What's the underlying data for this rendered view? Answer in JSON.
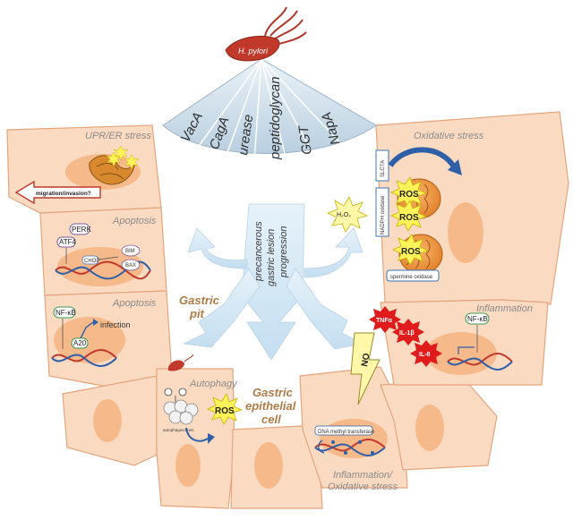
{
  "bacterium": {
    "label": "H. pylori"
  },
  "virulence_factors": [
    "VacA",
    "CagA",
    "urease",
    "peptidoglycan",
    "GGT",
    "NapA"
  ],
  "center_text": [
    "precancerous",
    "gastric lesion",
    "progression"
  ],
  "gastric_pit": [
    "Gastric",
    "pit"
  ],
  "gastric_cell": [
    "Gastric",
    "epithelial",
    "cell"
  ],
  "panels": {
    "upr": {
      "title": "UPR/ER stress",
      "arrow_label": "migration/invasion?"
    },
    "apoptosis1": {
      "title": "Apoptosis",
      "perk": "PERK",
      "atf4": "ATF4",
      "chop": "CHOP",
      "bim": "BIM",
      "bax": "BAX"
    },
    "apoptosis2": {
      "title": "Apoptosis",
      "nfkb": "NF-κB",
      "a20": "A20",
      "infection": "infection"
    },
    "autophagy": {
      "title": "Autophagy",
      "sublabel": "autophagosomes",
      "ros": "ROS"
    },
    "oxidative": {
      "title": "Oxidative stress",
      "h2o2": "H₂O₂",
      "slc": "SLC7A",
      "nadph": "NADPH oxidase",
      "ros": "ROS",
      "spermine": "spermine oxidase"
    },
    "inflammation": {
      "title": "Inflammation",
      "tnf": "TNFα",
      "il1b": "IL-1β",
      "il8": "IL-8",
      "nfkb": "NF-κB"
    },
    "infl_ox": {
      "title_line1": "Inflammation/",
      "title_line2": "Oxidative stress",
      "no": "NO",
      "dna_mt": "DNA methyl transferase"
    }
  },
  "colors": {
    "cell_fill": "#fadbc2",
    "cell_stroke": "#e4a47c",
    "nucleus": "#f6b98a",
    "fan": "#c6d9e8",
    "arrow": "#d4e8f6",
    "bacterium": "#c0392b",
    "ros_burst": "#fff35a",
    "cytokine": "#e01b1b"
  }
}
